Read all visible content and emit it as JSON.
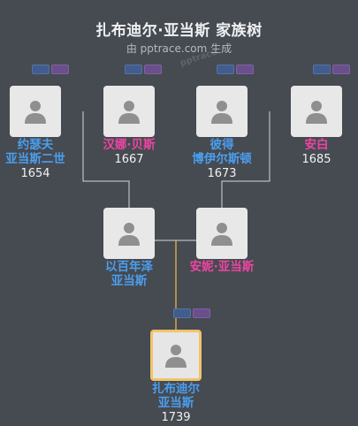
{
  "header": {
    "title": "扎布迪尔·亚当斯 家族树",
    "subtitle": "由 pptrace.com 生成",
    "watermark": "pptrace"
  },
  "colors": {
    "background": "#464a51",
    "male": "#4a9ff0",
    "female": "#ef45a3",
    "focus_border": "#f0c36b",
    "focus_line": "#e6b44a"
  },
  "people": {
    "p1": {
      "name_line1": "约瑟夫",
      "name_line2": "亚当斯二世",
      "year": "1654",
      "gender": "male"
    },
    "p2": {
      "name_line1": "汉娜·贝斯",
      "year": "1667",
      "gender": "female"
    },
    "p3": {
      "name_line1": "彼得",
      "name_line2": "博伊尔斯顿",
      "year": "1673",
      "gender": "male"
    },
    "p4": {
      "name_line1": "安白",
      "year": "1685",
      "gender": "female"
    },
    "father": {
      "name_line1": "以百年泽",
      "name_line2": "亚当斯",
      "gender": "male"
    },
    "mother": {
      "name_line1": "安妮·亚当斯",
      "gender": "female"
    },
    "self": {
      "name_line1": "扎布迪尔",
      "name_line2": "亚当斯",
      "year": "1739",
      "gender": "male"
    }
  },
  "icons": {
    "avatar": "person-silhouette-icon",
    "tag_blue": "blue-tag-icon",
    "tag_purple": "purple-tag-icon"
  }
}
